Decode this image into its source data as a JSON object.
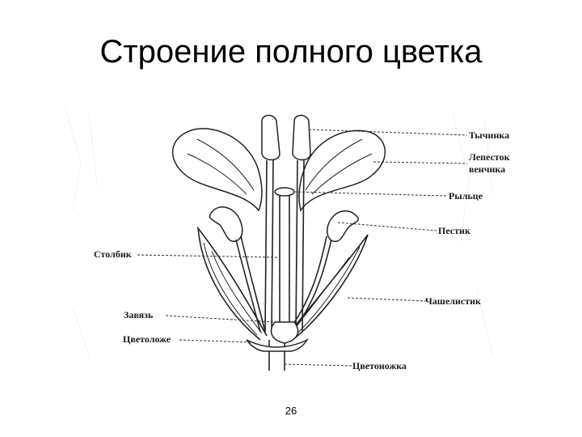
{
  "slide": {
    "title": "Строение полного цветка",
    "page_number": "26"
  },
  "labels": {
    "stamen": "Тычинка",
    "petal_line1": "Лепесток",
    "petal_line2": "венчика",
    "stigma": "Рыльце",
    "pistil": "Пестик",
    "style": "Столбик",
    "sepal": "Чашелистик",
    "ovary": "Завязь",
    "receptacle": "Цветоложе",
    "pedicel": "Цветоножка"
  }
}
